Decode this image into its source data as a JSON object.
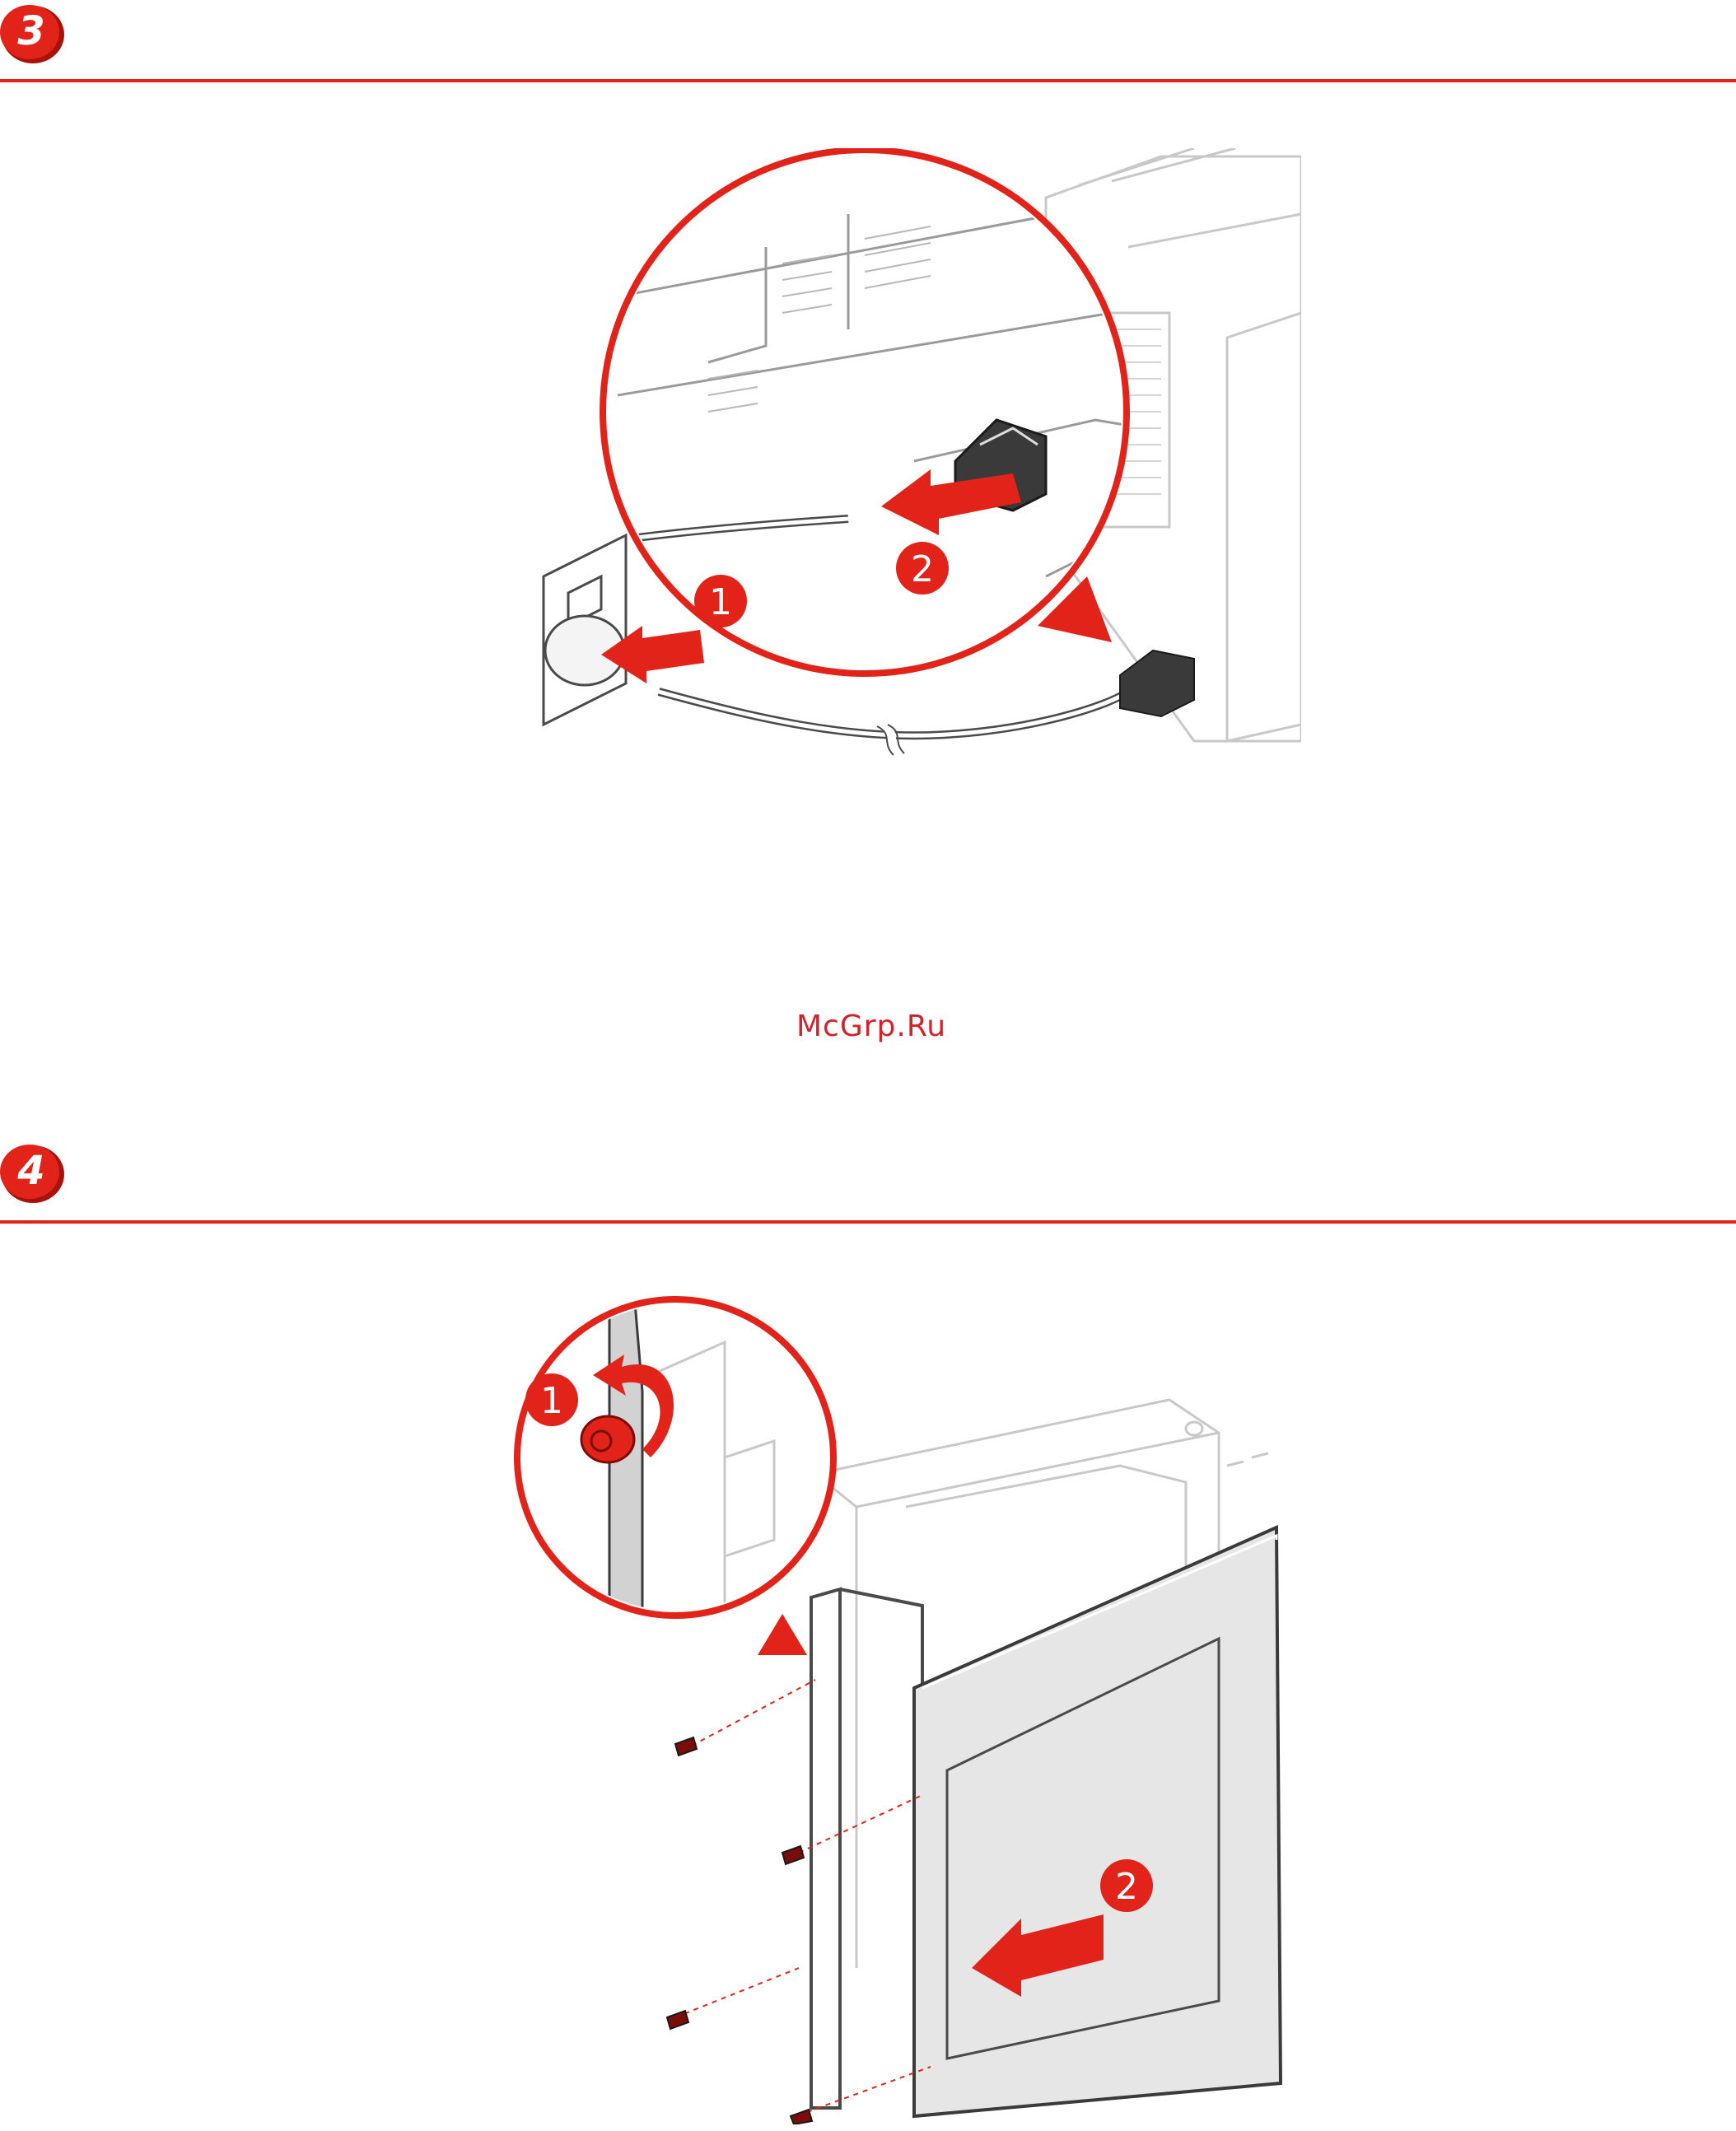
{
  "colors": {
    "accent": "#e2231a",
    "line": "#4a4a4a",
    "light_line": "#c8c8c8",
    "panel": "#e6e6e6"
  },
  "steps": [
    {
      "number": "3",
      "callouts": [
        "1",
        "2"
      ],
      "illustration": "disconnect-power-cord"
    },
    {
      "number": "4",
      "callouts": [
        "1",
        "2"
      ],
      "illustration": "remove-side-cover"
    }
  ],
  "watermark": {
    "text": "McGrp.Ru",
    "color": "#d3232a"
  }
}
